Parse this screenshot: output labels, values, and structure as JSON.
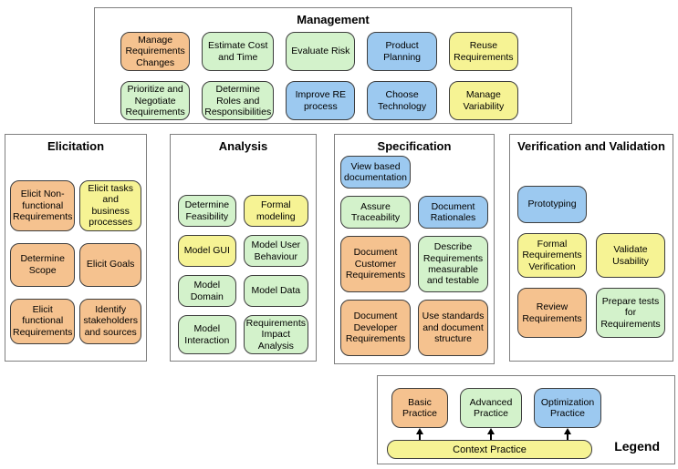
{
  "colors": {
    "basic": "#F5C28F",
    "advanced": "#D3F2CB",
    "optimization": "#9CC9F0",
    "context": "#F6F394",
    "box_border": "#3d3d3d",
    "panel_border": "#7f7f7f"
  },
  "sections": [
    {
      "id": "management",
      "title": "Management",
      "rows": [
        [
          {
            "label": "Manage Requirements Changes",
            "type": "basic"
          },
          {
            "label": "Estimate Cost and Time",
            "type": "advanced"
          },
          {
            "label": "Evaluate Risk",
            "type": "advanced"
          },
          {
            "label": "Product Planning",
            "type": "optimization"
          },
          {
            "label": "Reuse Requirements",
            "type": "context"
          }
        ],
        [
          {
            "label": "Prioritize and Negotiate Requirements",
            "type": "advanced"
          },
          {
            "label": "Determine Roles and Responsibilities",
            "type": "advanced"
          },
          {
            "label": "Improve RE process",
            "type": "optimization"
          },
          {
            "label": "Choose Technology",
            "type": "optimization"
          },
          {
            "label": "Manage Variability",
            "type": "context"
          }
        ]
      ]
    },
    {
      "id": "elicitation",
      "title": "Elicitation",
      "rows": [
        [
          {
            "label": "Elicit Non-functional Requirements",
            "type": "basic"
          },
          {
            "label": "Elicit tasks and business processes",
            "type": "context"
          }
        ],
        [
          {
            "label": "Determine Scope",
            "type": "basic"
          },
          {
            "label": "Elicit Goals",
            "type": "basic"
          }
        ],
        [
          {
            "label": "Elicit functional Requirements",
            "type": "basic"
          },
          {
            "label": "Identify stakeholders and sources",
            "type": "basic"
          }
        ]
      ]
    },
    {
      "id": "analysis",
      "title": "Analysis",
      "rows": [
        [
          {
            "label": "Determine Feasibility",
            "type": "advanced"
          },
          {
            "label": "Formal modeling",
            "type": "context"
          }
        ],
        [
          {
            "label": "Model GUI",
            "type": "context"
          },
          {
            "label": "Model User Behaviour",
            "type": "advanced"
          }
        ],
        [
          {
            "label": "Model Domain",
            "type": "advanced"
          },
          {
            "label": "Model Data",
            "type": "advanced"
          }
        ],
        [
          {
            "label": "Model Interaction",
            "type": "advanced"
          },
          {
            "label": "Requirements Impact Analysis",
            "type": "advanced"
          }
        ]
      ]
    },
    {
      "id": "specification",
      "title": "Specification",
      "rows": [
        [
          {
            "label": "View based documentation",
            "type": "optimization"
          },
          null
        ],
        [
          {
            "label": "Assure Traceability",
            "type": "advanced"
          },
          {
            "label": "Document Rationales",
            "type": "optimization"
          }
        ],
        [
          {
            "label": "Document Customer Requirements",
            "type": "basic"
          },
          {
            "label": "Describe Requirements measurable and testable",
            "type": "advanced"
          }
        ],
        [
          {
            "label": "Document Developer Requirements",
            "type": "basic"
          },
          {
            "label": "Use standards and document structure",
            "type": "basic"
          }
        ]
      ]
    },
    {
      "id": "verification",
      "title": "Verification and Validation",
      "rows": [
        [
          {
            "label": "Prototyping",
            "type": "optimization"
          },
          null
        ],
        [
          {
            "label": "Formal Requirements Verification",
            "type": "context"
          },
          {
            "label": "Validate Usability",
            "type": "context"
          }
        ],
        [
          {
            "label": "Review Requirements",
            "type": "basic"
          },
          {
            "label": "Prepare tests for Requirements",
            "type": "advanced"
          }
        ]
      ]
    }
  ],
  "legend": {
    "label": "Legend",
    "items": [
      {
        "label": "Basic Practice",
        "type": "basic"
      },
      {
        "label": "Advanced Practice",
        "type": "advanced"
      },
      {
        "label": "Optimization Practice",
        "type": "optimization"
      }
    ],
    "context": {
      "label": "Context Practice",
      "type": "context"
    }
  }
}
